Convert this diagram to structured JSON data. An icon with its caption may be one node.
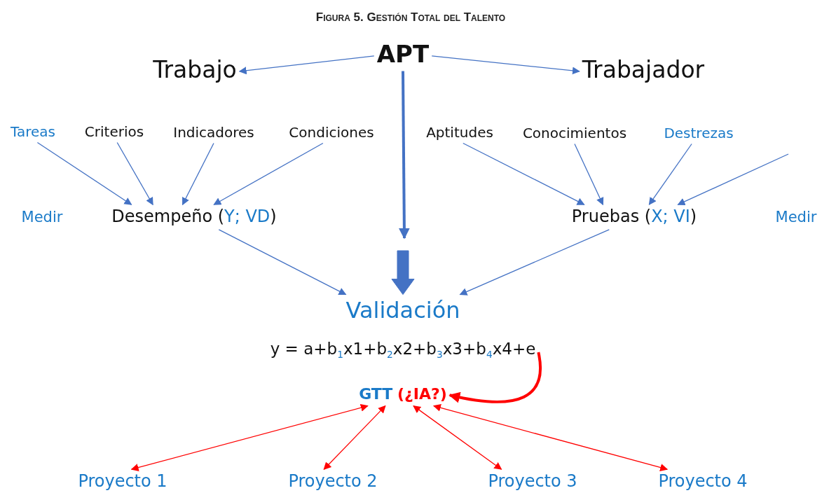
{
  "diagram": {
    "title": "Figura 5. Gestión Total del Talento",
    "nodes": [
      {
        "text": [
          "APT"
        ]
      },
      {
        "text": [
          "Trabajo"
        ]
      },
      {
        "text": [
          "Trabajador"
        ]
      },
      {
        "text": [
          "Tareas"
        ]
      },
      {
        "text": [
          "Criterios"
        ]
      },
      {
        "text": [
          "Indicadores"
        ]
      },
      {
        "text": [
          "Condiciones"
        ]
      },
      {
        "text": [
          "Aptitudes"
        ]
      },
      {
        "text": [
          "Conocimientos"
        ]
      },
      {
        "text": [
          "Destrezas"
        ]
      },
      {
        "text": [
          "Desempeño (Y; VD)"
        ]
      },
      {
        "text": [
          "Pruebas (X; VI)"
        ]
      },
      {
        "text": [
          "Validación"
        ]
      },
      {
        "text": [
          "y = a+b$_{1}$x1+b$_{2}$x2+b$_{3}$x3+b$_{4}$x4+e"
        ]
      },
      {
        "text": [
          "GTT",
          "(¿IA?)"
        ]
      },
      {
        "text": [
          "Proyecto 1"
        ]
      },
      {
        "text": [
          "Proyecto 2"
        ]
      },
      {
        "text": [
          "Proyecto 3"
        ]
      },
      {
        "text": [
          "Proyecto 4"
        ]
      }
    ],
    "edges": [
      {
        "from": 0,
        "to": 1,
        "arrow": "to"
      },
      {
        "from": 0,
        "to": 2,
        "arrow": "to"
      },
      {
        "from": 0,
        "to": null,
        "arrow": "to",
        "style": "thick"
      },
      {
        "from": null,
        "to": 12,
        "arrow": "to",
        "style": "thick"
      },
      {
        "from": 3,
        "to": 10,
        "arrow": "to"
      },
      {
        "from": 4,
        "to": 10,
        "arrow": "to"
      },
      {
        "from": 5,
        "to": 10,
        "arrow": "to"
      },
      {
        "from": 6,
        "to": 10,
        "arrow": "to"
      },
      {
        "from": 7,
        "to": 11,
        "arrow": "to"
      },
      {
        "from": 8,
        "to": 11,
        "arrow": "to"
      },
      {
        "from": 9,
        "to": 11,
        "arrow": "to"
      },
      {
        "from": null,
        "to": 11,
        "arrow": "to"
      },
      {
        "from": 10,
        "to": 12,
        "arrow": "to"
      },
      {
        "from": 11,
        "to": 12,
        "arrow": "to"
      },
      {
        "from": 13,
        "to": 14,
        "arrow": "to",
        "style": "thick",
        "color": "#ff0000"
      },
      {
        "from": 14,
        "to": 15,
        "arrow": "both",
        "color": "#ff0000"
      },
      {
        "from": 14,
        "to": 16,
        "arrow": "both",
        "color": "#ff0000"
      },
      {
        "from": 14,
        "to": 17,
        "arrow": "both",
        "color": "#ff0000"
      },
      {
        "from": 14,
        "to": 18,
        "arrow": "both",
        "color": "#ff0000"
      }
    ],
    "labels": [
      "Medir",
      "Medir"
    ]
  }
}
